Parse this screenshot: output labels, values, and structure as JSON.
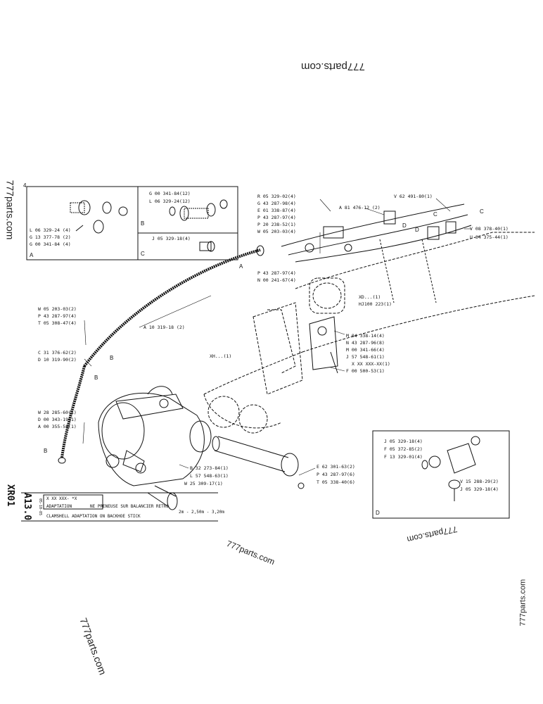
{
  "watermarks": [
    "777parts.com",
    "777parts.com",
    "777parts.com",
    "777parts.com",
    "777parts.com",
    "777parts.com"
  ],
  "sheet": {
    "code_a": "XR01",
    "code_b": "A13.0",
    "series": "X XX XXX- *X",
    "date_side": "05-10-85",
    "title_fr_label": "ADAPTATION",
    "title_fr": "NE PRENEUSE SUR BALANCIER RETRO",
    "title_en": "CLAMSHELL ADAPTATION ON BACKHOE STICK",
    "dimensions": "2m - 2,50m - 3,20m"
  },
  "inset_a": {
    "top_marker": "4",
    "letter": "A",
    "parts": [
      "L 06 329-24 (4)",
      "G 13 377-78 (2)",
      "G 00 341-84 (4)"
    ]
  },
  "inset_b": {
    "letter": "B",
    "parts": [
      "G 00 341-84(12)",
      "L 06 329-24(12)"
    ]
  },
  "inset_c": {
    "letter": "C",
    "parts": [
      "J 05 329-18(4)"
    ]
  },
  "inset_d": {
    "letter": "D",
    "parts": [
      "J 05 329-18(4)",
      "F 05 372-85(2)",
      "F 13 329-01(4)",
      "V 15 288-29(2)",
      "J 05 329-18(4)"
    ]
  },
  "top_parts": [
    "R 05 329-02(4)",
    "G 43 287-98(4)",
    "E 01 338-87(4)",
    "P 43 287-97(4)",
    "P 20 238-52(1)",
    "W 05 203-03(4)"
  ],
  "pipe_parts": [
    "A 81 476-12 (2)",
    "V 62 491-80(1)",
    "V 08 378-40(1)",
    "U 34 375-44(1)"
  ],
  "mid_parts": [
    "P 43 287-97(4)",
    "N 00 241-67(4)"
  ],
  "hose_label": "A 10 319-18 (2)",
  "xd_labels": [
    "XD...(1)",
    "HJ100 223(1)"
  ],
  "xh_label": "XH...(1)",
  "bracket_parts": [
    "M 04 338-14(4)",
    "N 43 287-96(8)",
    "M 00 341-66(4)",
    "J 57 548-61(1)",
    "X XX XXX-XX(1)",
    "F 00 500-53(1)"
  ],
  "left_parts": [
    "W 05 203-03(2)",
    "P 43 287-97(4)",
    "T 05 308-47(4)"
  ],
  "left_mid_parts": [
    "C 31 376-62(2)",
    "D 10 319-90(2)"
  ],
  "left_low_parts": [
    "W 28 285-60(1)",
    "D 00 343-19(1)",
    "A 00 355-58(1)"
  ],
  "lower_parts": [
    "B 32 273-84(1)",
    "L 57 548-63(1)",
    "W 25 309-17(1)"
  ],
  "pin_parts": [
    "E 62 301-63(2)",
    "P 43 287-97(6)",
    "T 05 338-40(6)"
  ],
  "callouts": [
    "A",
    "B",
    "B",
    "B",
    "C",
    "C",
    "D",
    "D"
  ]
}
